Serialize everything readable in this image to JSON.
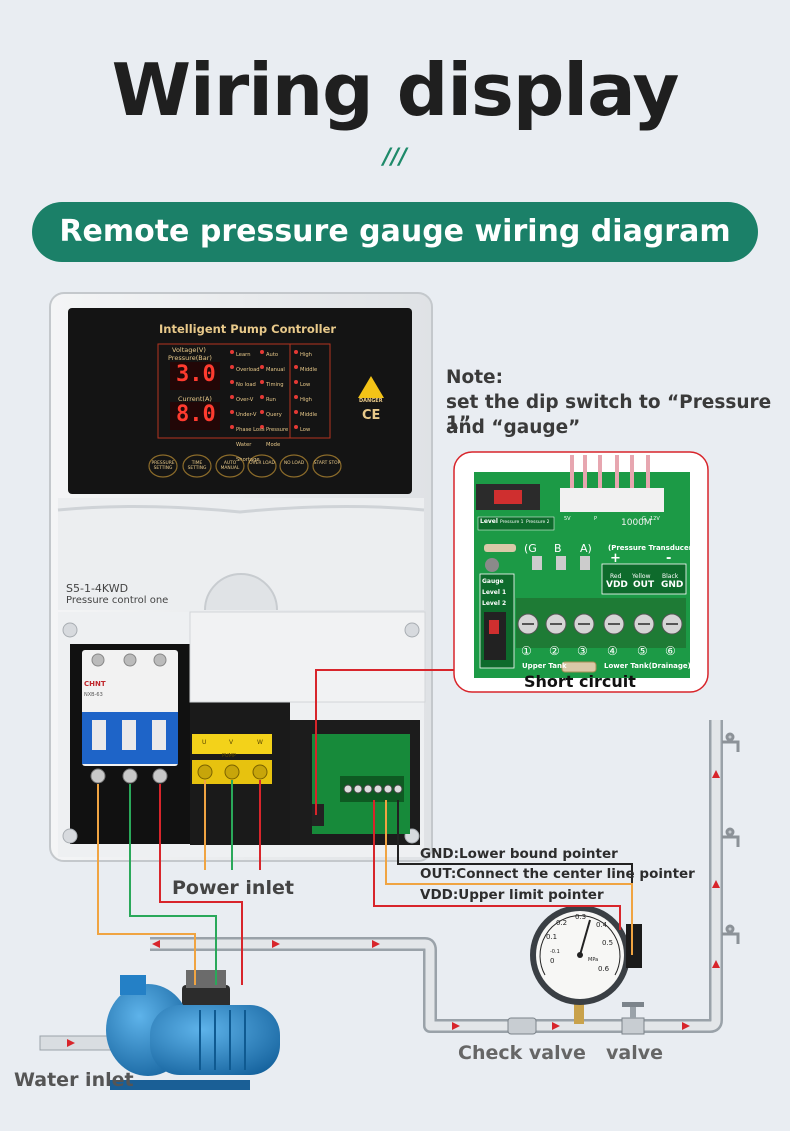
{
  "header": {
    "title": "Wiring display",
    "decoration": "///",
    "banner": "Remote pressure gauge wiring diagram"
  },
  "note": {
    "line1": "Note:",
    "line2": "set the dip switch to “Pressure 1”",
    "line3": "and “gauge”"
  },
  "controller": {
    "panel_title": "Intelligent Pump Controller",
    "voltage_label": "Voltage(V)",
    "pressure_label": "Pressure(Bar)",
    "voltage_value": "3.0",
    "current_label": "Current(A)",
    "current_value": "8.0",
    "indicators_left": [
      "Learn",
      "Overload",
      "No load",
      "Over-V Under-V",
      "Phase Loss",
      "Water Shortage"
    ],
    "indicators_right": [
      "Auto",
      "Manual",
      "Timing",
      "Run",
      "Query",
      "Pressure Mode"
    ],
    "levels": [
      "High",
      "Middle",
      "Low",
      "High",
      "Middle",
      "Low"
    ],
    "danger": "DANGER",
    "ce": "CE",
    "buttons": [
      "PRESSURE SETTING",
      "TIME SETTING",
      "AUTO MANUAL",
      "OVER LOAD",
      "NO LOAD",
      "START STOP"
    ],
    "model": "S5-1-4KWD",
    "model_sub": "Pressure control one",
    "breaker_brand": "CHNT",
    "breaker_model": "NXB-63",
    "terminal_labels": [
      "U",
      "V",
      "W"
    ],
    "terminal_sub": "PUMP"
  },
  "board": {
    "label_1000m": "1000M",
    "level_label": "Level",
    "dip_labels": [
      "Pressure 1",
      "Pressure 2"
    ],
    "dip_side": [
      "Gauge",
      "Level 1",
      "Level 2"
    ],
    "top_pins": [
      "5V",
      "P",
      "G",
      "12V"
    ],
    "row_gba": [
      "(G",
      "B",
      "A)"
    ],
    "transducer": "(Pressure Transducer)",
    "signs": [
      "+",
      "-"
    ],
    "wire_colors": [
      "Red",
      "Yellow",
      "Black"
    ],
    "terminals": [
      "VDD",
      "OUT",
      "GND"
    ],
    "numbers": [
      "①",
      "②",
      "③",
      "④",
      "⑤",
      "⑥"
    ],
    "upper_tank": "Upper Tank",
    "lower_tank": "Lower Tank(Drainage)",
    "short_circuit": "Short circuit"
  },
  "labels": {
    "gnd": "GND:Lower bound pointer",
    "out": "OUT:Connect the center line pointer",
    "vdd": "VDD:Upper limit pointer",
    "power_inlet": "Power inlet",
    "water_inlet": "Water inlet",
    "check_valve": "Check valve",
    "valve": "valve"
  },
  "gauge": {
    "ticks": [
      "0",
      "0.1",
      "0.2",
      "0.3",
      "0.4",
      "0.5",
      "0.6",
      "-0.1"
    ],
    "unit": "MPa"
  },
  "colors": {
    "accent": "#1b8068",
    "wire_red": "#d8252b",
    "wire_green": "#2aa85a",
    "wire_orange": "#f0a442",
    "wire_black": "#222222",
    "pump_blue": "#1f7fc4"
  }
}
